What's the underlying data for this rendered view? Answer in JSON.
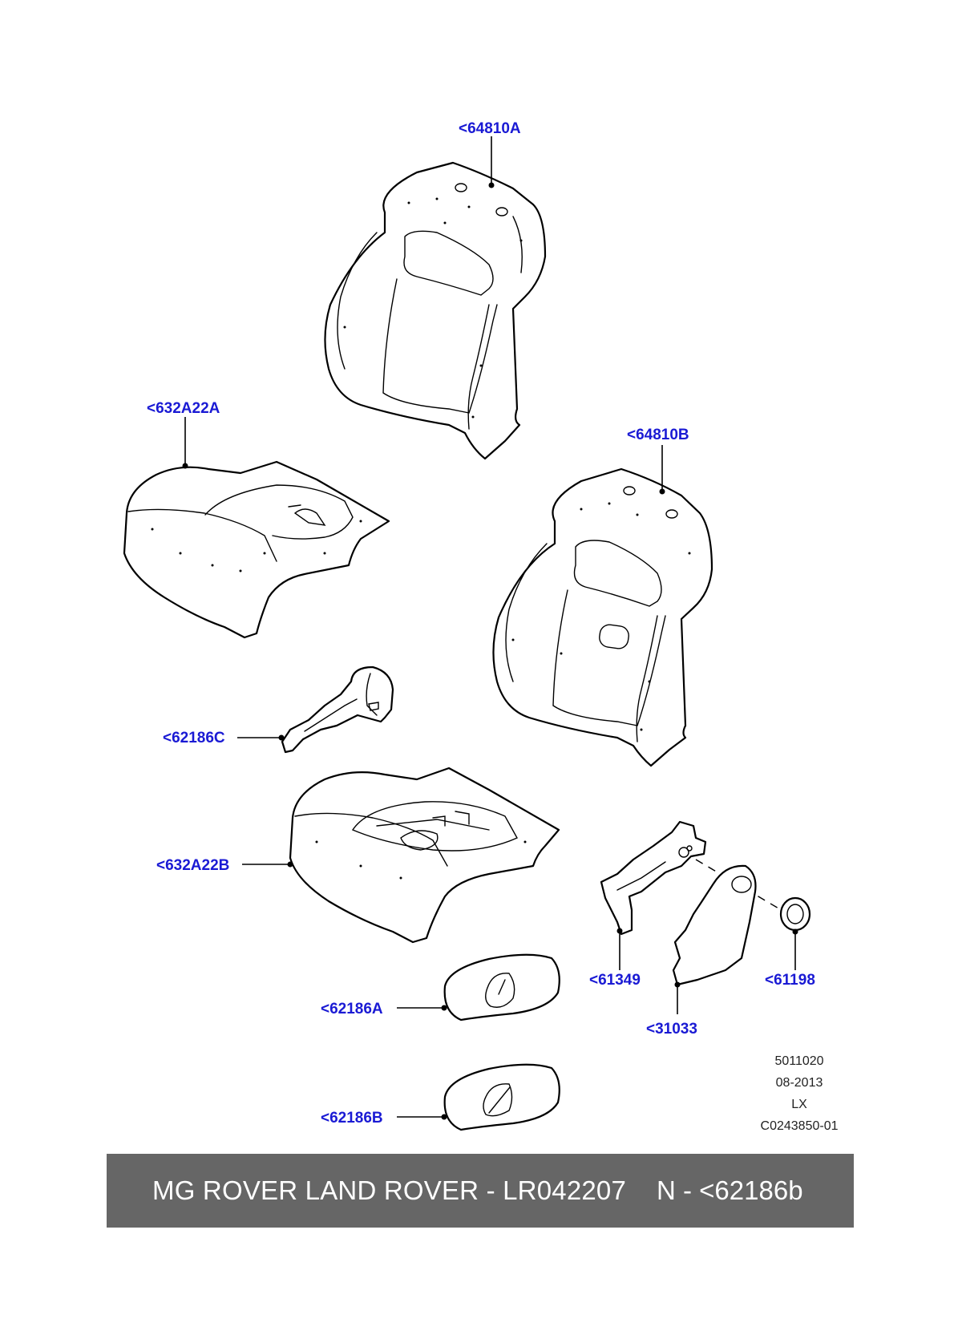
{
  "callouts": {
    "c64810A": "<64810A",
    "c632A22A": "<632A22A",
    "c64810B": "<64810B",
    "c62186C": "<62186C",
    "c632A22B": "<632A22B",
    "c61349": "<61349",
    "c61198": "<61198",
    "c62186A": "<62186A",
    "c31033": "<31033",
    "c62186B": "<62186B"
  },
  "meta": {
    "line1": "5011020",
    "line2": "08-2013",
    "line3": "LX",
    "line4": "C0243850-01"
  },
  "caption": {
    "left": "MG ROVER LAND ROVER - LR042207",
    "right": "N - <62186b"
  },
  "colors": {
    "callout": "#1a1ad4",
    "caption_bar": "#666666",
    "caption_text": "#ffffff"
  }
}
